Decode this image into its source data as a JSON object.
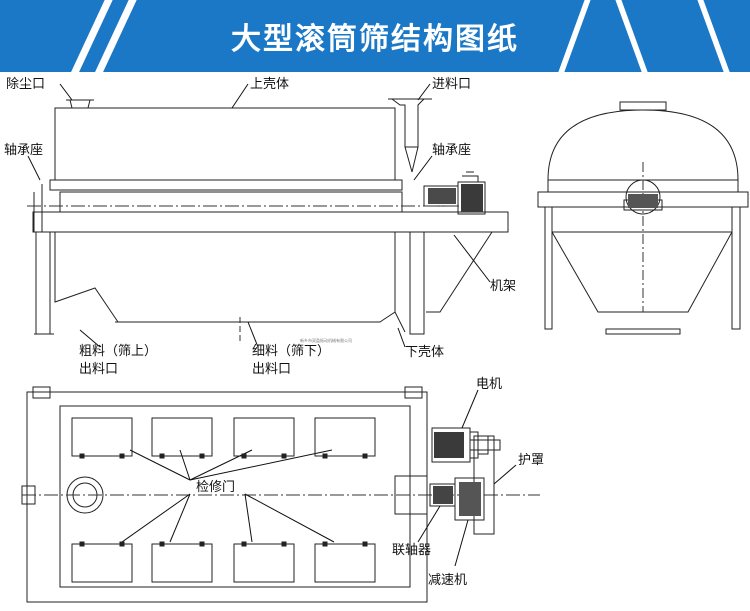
{
  "title": "大型滚筒筛结构图纸",
  "side_view": {
    "dust_outlet": "除尘口",
    "upper_shell": "上壳体",
    "feed_inlet": "进料口",
    "bearing_seat_left": "轴承座",
    "bearing_seat_right": "轴承座",
    "frame": "机架",
    "coarse_outlet_line1": "粗料（筛上）",
    "coarse_outlet_line2": "出料口",
    "fine_outlet_line1": "细料（筛下）",
    "fine_outlet_line2": "出料口",
    "lower_shell": "下壳体"
  },
  "top_view": {
    "motor": "电机",
    "guard": "护罩",
    "inspection_door": "检修门",
    "coupling": "联轴器",
    "reducer": "减速机"
  },
  "watermark": "新乡市双盈振动机械有限公司"
}
